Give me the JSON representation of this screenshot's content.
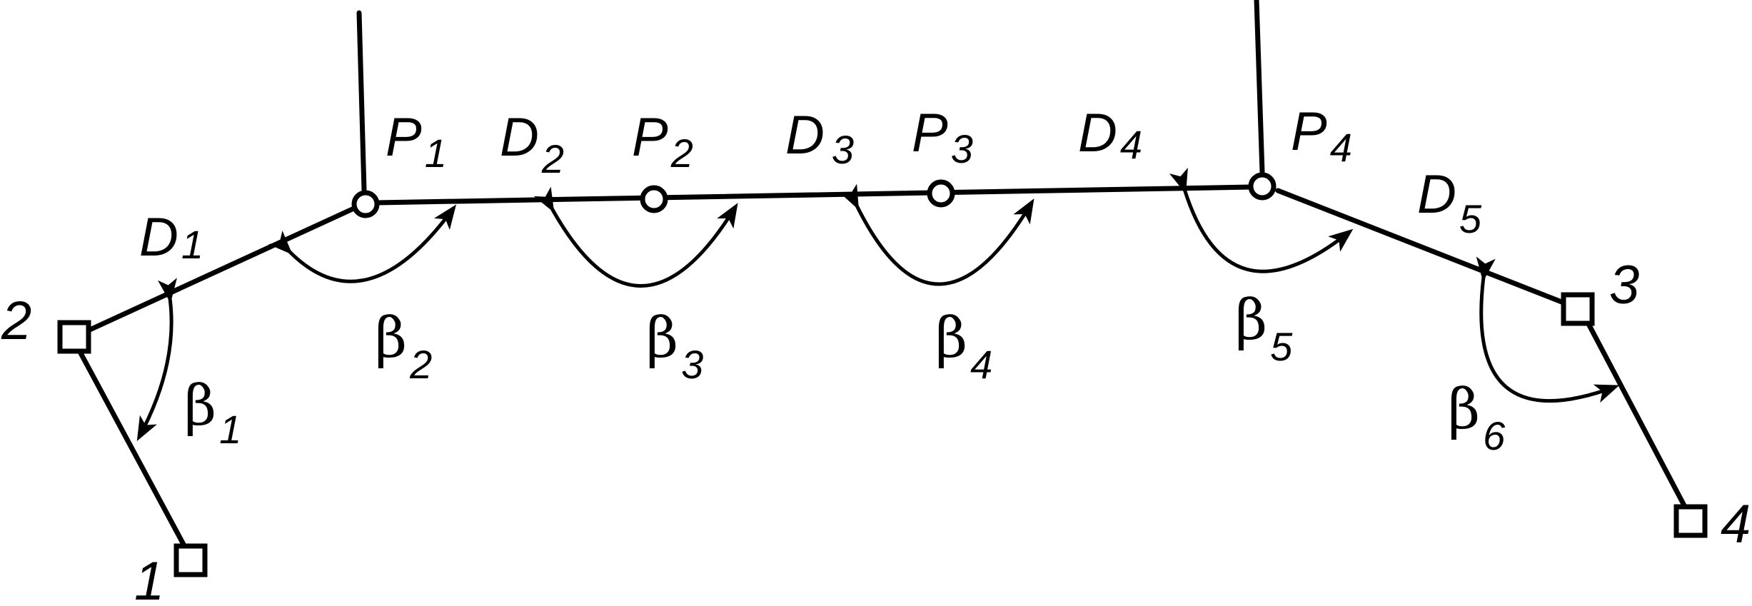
{
  "diagram": {
    "stations": {
      "s1": "1",
      "s2": "2",
      "s3": "3",
      "s4": "4"
    },
    "points": {
      "p1": {
        "letter": "P",
        "sub": "1"
      },
      "p2": {
        "letter": "P",
        "sub": "2"
      },
      "p3": {
        "letter": "P",
        "sub": "3"
      },
      "p4": {
        "letter": "P",
        "sub": "4"
      }
    },
    "distances": {
      "d1": {
        "letter": "D",
        "sub": "1"
      },
      "d2": {
        "letter": "D",
        "sub": "2"
      },
      "d3": {
        "letter": "D",
        "sub": "3"
      },
      "d4": {
        "letter": "D",
        "sub": "4"
      },
      "d5": {
        "letter": "D",
        "sub": "5"
      }
    },
    "angles": {
      "b1": {
        "letter": "β",
        "sub": "1"
      },
      "b2": {
        "letter": "β",
        "sub": "2"
      },
      "b3": {
        "letter": "β",
        "sub": "3"
      },
      "b4": {
        "letter": "β",
        "sub": "4"
      },
      "b5": {
        "letter": "β",
        "sub": "5"
      },
      "b6": {
        "letter": "β",
        "sub": "6"
      }
    },
    "colors": {
      "stroke": "#000000",
      "background": "#ffffff"
    }
  }
}
